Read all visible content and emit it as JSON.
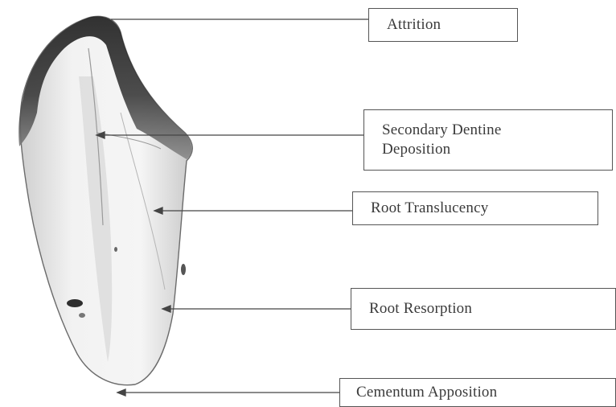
{
  "diagram": {
    "labels": {
      "attrition": "Attrition",
      "secondary_dentine_line1": "Secondary Dentine",
      "secondary_dentine_line2": "Deposition",
      "root_translucency": "Root Translucency",
      "root_resorption": "Root Resorption",
      "cementum_apposition": "Cementum Apposition"
    }
  }
}
